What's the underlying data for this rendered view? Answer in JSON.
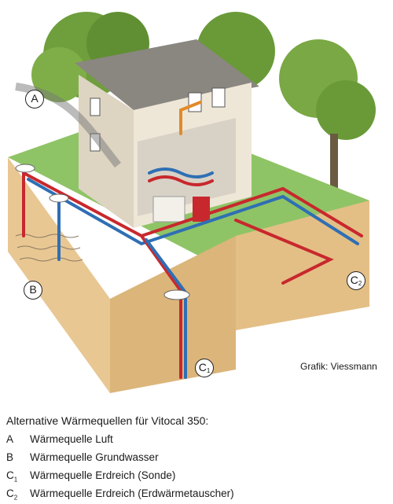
{
  "diagram": {
    "markers": {
      "a": "A",
      "b": "B",
      "c1": "C",
      "c1_sub": "1",
      "c2": "C",
      "c2_sub": "2"
    },
    "credit": "Grafik: Viessmann"
  },
  "caption": "Alternative Wärmequellen für Vitocal 350:",
  "legend": [
    {
      "code": "A",
      "sub": "",
      "label": "Wärmequelle Luft"
    },
    {
      "code": "B",
      "sub": "",
      "label": "Wärmequelle Grundwasser"
    },
    {
      "code": "C",
      "sub": "1",
      "label": "Wärmequelle Erdreich (Sonde)"
    },
    {
      "code": "C",
      "sub": "2",
      "label": "Wärmequelle Erdreich (Erdwärmetauscher)"
    }
  ],
  "colors": {
    "supply": "#c8282d",
    "return": "#2f6fb4",
    "grass": "#8fc466",
    "soil": "#e8c793",
    "roof": "#8a8680"
  }
}
